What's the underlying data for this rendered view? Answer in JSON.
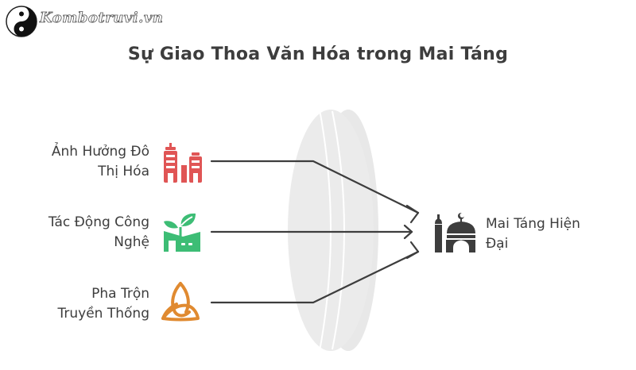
{
  "watermark": {
    "text": "Kombotruvi.vn",
    "icon": "yin-yang-icon"
  },
  "title": "Sự Giao Thoa Văn Hóa trong Mai Táng",
  "inputs": [
    {
      "line1": "Ảnh Hưởng Đô",
      "line2": "Thị Hóa",
      "icon": "city-buildings-icon",
      "color": "#e05555"
    },
    {
      "line1": "Tác Động Công",
      "line2": "Nghệ",
      "icon": "eco-factory-icon",
      "color": "#3dbd75"
    },
    {
      "line1": "Pha Trộn",
      "line2": "Truyền Thống",
      "icon": "triquetra-knot-icon",
      "color": "#e08a30"
    }
  ],
  "output": {
    "line1": "Mai Táng Hiện",
    "line2": "Đại",
    "icon": "mosque-icon",
    "color": "#3d3d3d"
  },
  "lens": {
    "color": "#e8e8e8"
  },
  "arrow_color": "#3d3d3d"
}
